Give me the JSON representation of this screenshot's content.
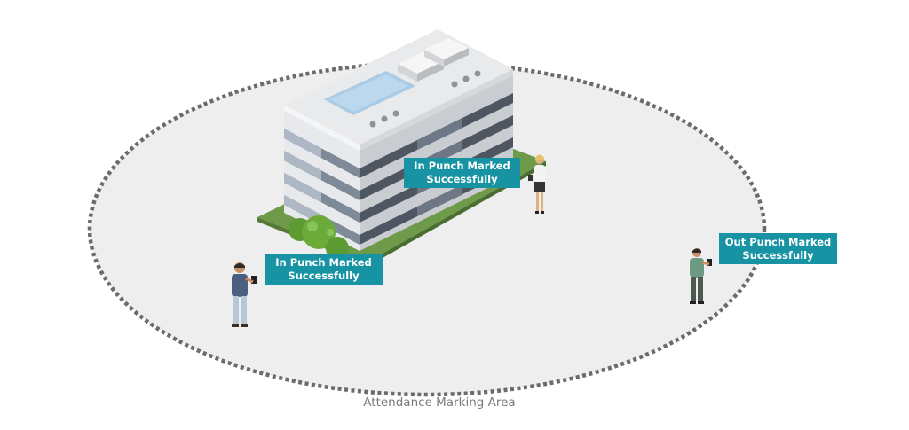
{
  "area": {
    "label": "Attendance Marking Area"
  },
  "callouts": [
    {
      "line1": "In Punch Marked",
      "line2": "Successfully"
    },
    {
      "line1": "In Punch Marked",
      "line2": "Successfully"
    },
    {
      "line1": "Out Punch Marked",
      "line2": "Successfully"
    }
  ],
  "colors": {
    "callout_bg": "#1893a3",
    "ground": "#eeeeee",
    "boundary": "#6b6b6b"
  },
  "icons": {
    "building": "office-building",
    "person": "person-with-phone"
  }
}
